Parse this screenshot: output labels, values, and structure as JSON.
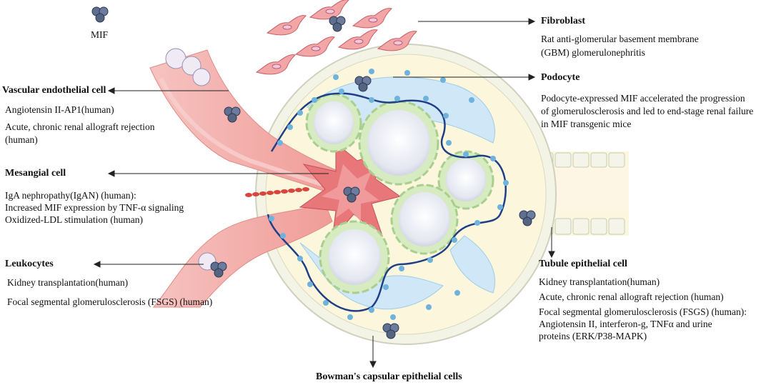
{
  "legend": {
    "mif_label": "MIF"
  },
  "fibroblast": {
    "title": "Fibroblast",
    "lines": [
      "Rat anti-glomerular basement membrane",
      "(GBM) glomerulonephritis"
    ]
  },
  "podocyte": {
    "title": "Podocyte",
    "lines": [
      "Podocyte-expressed MIF accelerated the progression",
      "of glomerulosclerosis and led to end-stage renal failure",
      " in MIF transgenic mice"
    ]
  },
  "vascular": {
    "title": "Vascular endothelial cell",
    "lines": [
      "Angiotensin II-AP1(human)",
      "Acute, chronic renal allograft rejection",
      "(human)"
    ]
  },
  "mesangial": {
    "title": "Mesangial cell",
    "lines": [
      "IgA nephropathy(IgAN) (human):",
      "Increased MIF expression by TNF-α signaling",
      "Oxidized-LDL stimulation (human)"
    ]
  },
  "leukocytes": {
    "title": "Leukocytes",
    "lines": [
      "Kidney transplantation(human)",
      "Focal segmental glomerulosclerosis (FSGS) (human)"
    ]
  },
  "tubule": {
    "title": "Tubule epithelial cell",
    "lines": [
      "Kidney transplantation(human)",
      "Acute, chronic renal allograft rejection (human)",
      "Focal segmental glomerulosclerosis (FSGS) (human):",
      "Angiotensin II, interferon-g, TNFα and urine",
      "proteins (ERK/P38-MAPK)"
    ]
  },
  "bowman": {
    "title": "Bowman's capsular epithelial cells"
  },
  "colors": {
    "mif": "#5f6f8f",
    "vessel": "#f1a8a5",
    "mesangial": "#e8777a",
    "capsule": "#fbf6dc",
    "basement": "#1f3f86",
    "capillary": "#eef0f7",
    "capillary_ring": "#cfe3b6",
    "podocyte": "#bfe0f2"
  }
}
